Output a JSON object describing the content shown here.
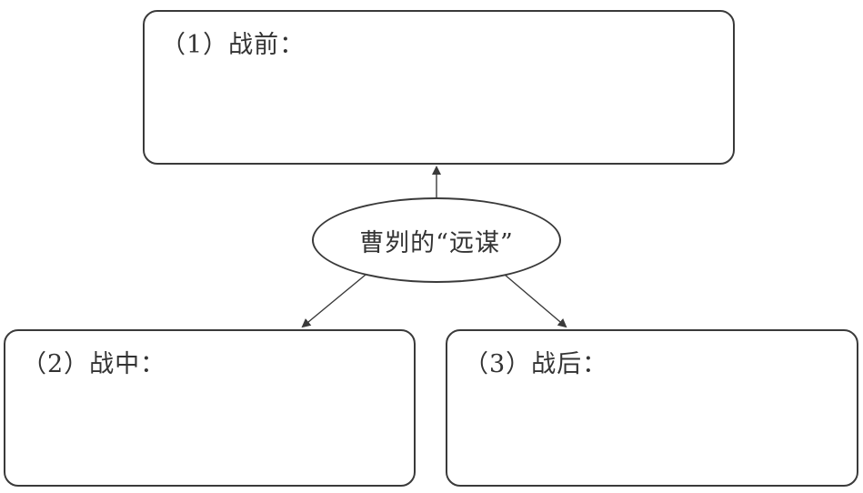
{
  "diagram": {
    "center": {
      "label": "曹刿的“远谋”"
    },
    "nodes": [
      {
        "id": "before",
        "label": "（1）战前："
      },
      {
        "id": "during",
        "label": "（2）战中："
      },
      {
        "id": "after",
        "label": "（3）战后："
      }
    ],
    "edges": [
      {
        "from": "center",
        "to": "before"
      },
      {
        "from": "center",
        "to": "during"
      },
      {
        "from": "center",
        "to": "after"
      }
    ]
  }
}
